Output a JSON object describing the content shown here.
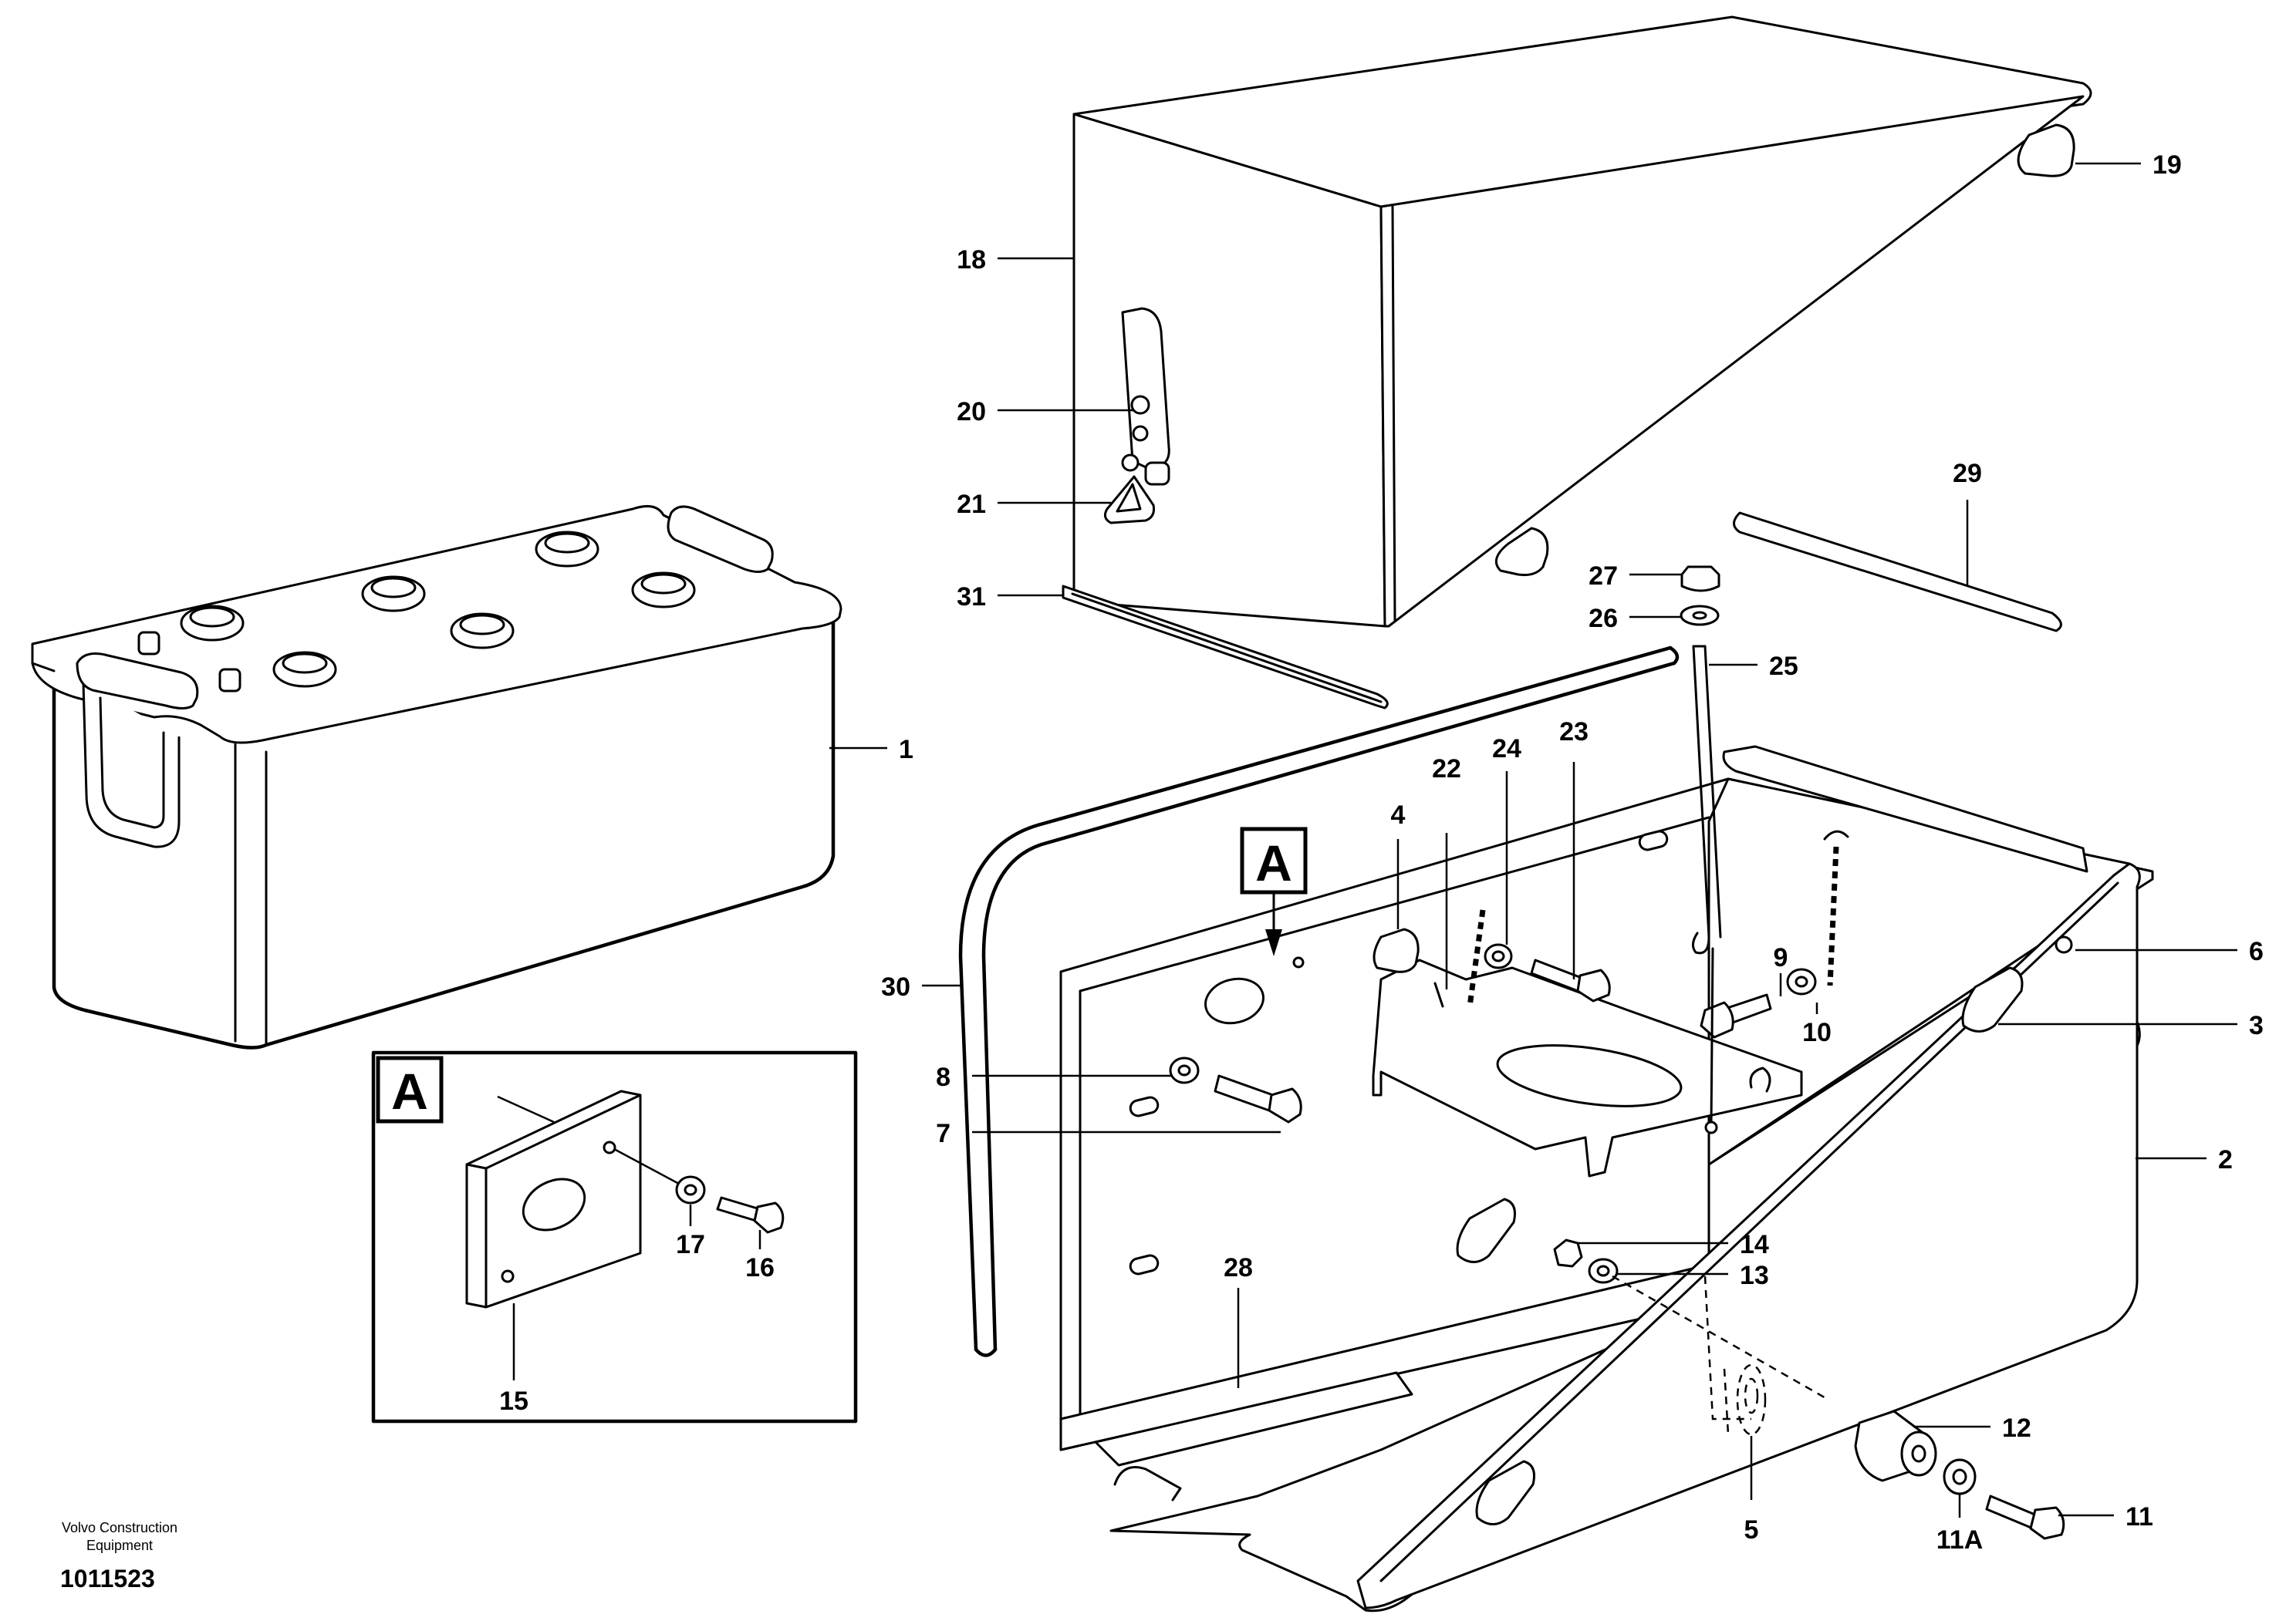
{
  "diagram": {
    "detail_callout": "A",
    "credit_line1": "Volvo Construction",
    "credit_line2": "Equipment",
    "document_number": "1011523",
    "parts": [
      {
        "id": "p1",
        "label": "1"
      },
      {
        "id": "p2",
        "label": "2"
      },
      {
        "id": "p3",
        "label": "3"
      },
      {
        "id": "p4",
        "label": "4"
      },
      {
        "id": "p5",
        "label": "5"
      },
      {
        "id": "p6",
        "label": "6"
      },
      {
        "id": "p7",
        "label": "7"
      },
      {
        "id": "p8",
        "label": "8"
      },
      {
        "id": "p9",
        "label": "9"
      },
      {
        "id": "p10",
        "label": "10"
      },
      {
        "id": "p11",
        "label": "11"
      },
      {
        "id": "p11a",
        "label": "11A"
      },
      {
        "id": "p12",
        "label": "12"
      },
      {
        "id": "p13",
        "label": "13"
      },
      {
        "id": "p14",
        "label": "14"
      },
      {
        "id": "p15",
        "label": "15"
      },
      {
        "id": "p16",
        "label": "16"
      },
      {
        "id": "p17",
        "label": "17"
      },
      {
        "id": "p18",
        "label": "18"
      },
      {
        "id": "p19",
        "label": "19"
      },
      {
        "id": "p20",
        "label": "20"
      },
      {
        "id": "p21",
        "label": "21"
      },
      {
        "id": "p22",
        "label": "22"
      },
      {
        "id": "p23",
        "label": "23"
      },
      {
        "id": "p24",
        "label": "24"
      },
      {
        "id": "p25",
        "label": "25"
      },
      {
        "id": "p26",
        "label": "26"
      },
      {
        "id": "p27",
        "label": "27"
      },
      {
        "id": "p28",
        "label": "28"
      },
      {
        "id": "p29",
        "label": "29"
      },
      {
        "id": "p30",
        "label": "30"
      },
      {
        "id": "p31",
        "label": "31"
      }
    ]
  }
}
